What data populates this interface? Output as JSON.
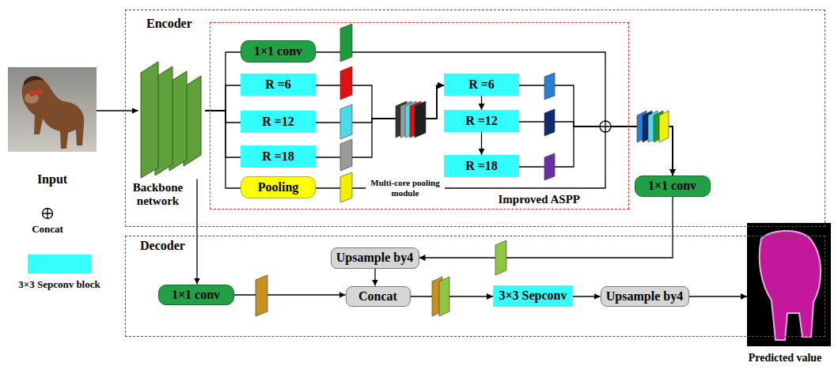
{
  "diagram": {
    "nodes": [
      {
        "text": [
          "Input"
        ]
      },
      {
        "text": [
          "Encoder"
        ]
      },
      {
        "text": [
          "Backbone network"
        ],
        "in": 1
      },
      {
        "text": [
          "Improved ASPP"
        ],
        "in": 1
      },
      {
        "text": [
          "1×1 conv"
        ],
        "in": 3
      },
      {
        "text": [
          "R =6"
        ],
        "in": 3
      },
      {
        "text": [
          "R =12"
        ],
        "in": 3
      },
      {
        "text": [
          "R =18"
        ],
        "in": 3
      },
      {
        "text": [
          "Pooling"
        ],
        "in": 3
      },
      {
        "text": [
          "R =6"
        ],
        "in": 3
      },
      {
        "text": [
          "R =12"
        ],
        "in": 3
      },
      {
        "text": [
          "R =18"
        ],
        "in": 3
      },
      {
        "text": [
          "1×1 conv"
        ],
        "in": 1
      },
      {
        "text": [
          "Decoder"
        ]
      },
      {
        "text": [
          "1×1 conv"
        ],
        "in": 13
      },
      {
        "text": [
          "Upsample by4"
        ],
        "in": 13
      },
      {
        "text": [
          "Concat"
        ],
        "in": 13
      },
      {
        "text": [
          "3×3 Sepconv"
        ],
        "in": 13
      },
      {
        "text": [
          "Upsample by4"
        ],
        "in": 13
      },
      {
        "text": [
          "Predicted value"
        ]
      }
    ],
    "edges": [
      {
        "from": 0,
        "to": 2,
        "arrow": "to"
      },
      {
        "from": 2,
        "to": 4,
        "arrow": "none"
      },
      {
        "from": 2,
        "to": 5,
        "arrow": "none"
      },
      {
        "from": 2,
        "to": 6,
        "arrow": "none"
      },
      {
        "from": 2,
        "to": 7,
        "arrow": "none"
      },
      {
        "from": 2,
        "to": 8,
        "arrow": "none"
      },
      {
        "from": 5,
        "to": 9,
        "arrow": "to"
      },
      {
        "from": 6,
        "to": 9,
        "arrow": "to"
      },
      {
        "from": 7,
        "to": 9,
        "arrow": "to"
      },
      {
        "from": 9,
        "to": 10,
        "arrow": "to"
      },
      {
        "from": 10,
        "to": 11,
        "arrow": "to"
      },
      {
        "from": 4,
        "to": 12,
        "arrow": "to"
      },
      {
        "from": 8,
        "to": 12,
        "arrow": "to"
      },
      {
        "from": 9,
        "to": 12,
        "arrow": "to"
      },
      {
        "from": 10,
        "to": 12,
        "arrow": "to"
      },
      {
        "from": 11,
        "to": 12,
        "arrow": "to"
      },
      {
        "from": 12,
        "to": 15,
        "arrow": "to"
      },
      {
        "from": 2,
        "to": 14,
        "arrow": "to"
      },
      {
        "from": 14,
        "to": 16,
        "arrow": "to"
      },
      {
        "from": 15,
        "to": 16,
        "arrow": "to"
      },
      {
        "from": 16,
        "to": 17,
        "arrow": "to"
      },
      {
        "from": 17,
        "to": 18,
        "arrow": "to"
      },
      {
        "from": 18,
        "to": 19,
        "arrow": "to"
      }
    ],
    "labels": [
      "Multi-core pooling module"
    ],
    "legend": [
      {
        "text": "Concat"
      },
      {
        "text": "3×3 Sepconv block",
        "color": "#33ffff"
      }
    ]
  }
}
